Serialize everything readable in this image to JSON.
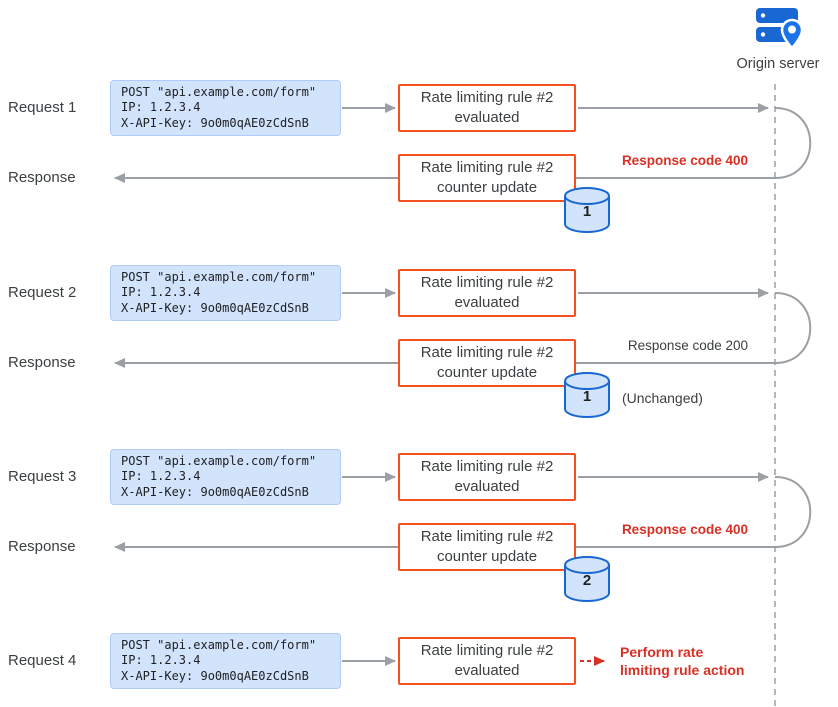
{
  "colors": {
    "packet-fill": "#d2e3fc",
    "packet-border": "#aecbfa",
    "rule-border": "#f4511e",
    "alert-red": "#d93025",
    "arrow-gray": "#9aa0a6",
    "text-dark": "#3c4043",
    "db-blue": "#1967d2"
  },
  "origin_server": {
    "label": "Origin server"
  },
  "packet": {
    "line1": "POST \"api.example.com/form\"",
    "line2": "IP: 1.2.3.4",
    "line3": "X-API-Key: 9o0m0qAE0zCdSnB"
  },
  "rule_boxes": {
    "evaluated": "Rate limiting rule #2\nevaluated",
    "counter_update": "Rate limiting rule #2\ncounter update"
  },
  "groups": [
    {
      "request_label": "Request 1",
      "response_label": "Response",
      "response_code": "Response code 400",
      "counter_value": "1"
    },
    {
      "request_label": "Request 2",
      "response_label": "Response",
      "response_code": "Response code 200",
      "counter_value": "1",
      "note": "(Unchanged)"
    },
    {
      "request_label": "Request 3",
      "response_label": "Response",
      "response_code": "Response code 400",
      "counter_value": "2"
    },
    {
      "request_label": "Request 4",
      "action_text": "Perform rate\nlimiting rule action"
    }
  ]
}
